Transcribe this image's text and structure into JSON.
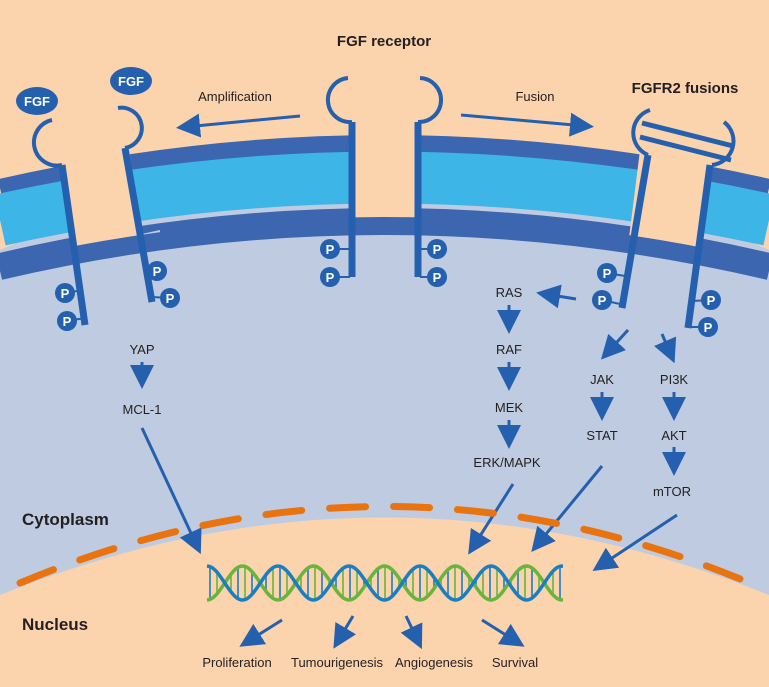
{
  "colors": {
    "extracellular": "#fbd3ad",
    "cytoplasm": "#bfcbe0",
    "membrane_outer": "#3d66b0",
    "membrane_inner": "#3db5e6",
    "receptor": "#2460ae",
    "nuclear_envelope": "#e8730f",
    "dna_blue": "#1a7fc1",
    "dna_green": "#6ab43e",
    "text": "#231f20"
  },
  "labels": {
    "fgf_receptor": "FGF receptor",
    "fgfr2_fusions": "FGFR2 fusions",
    "amplification": "Amplification",
    "fusion": "Fusion",
    "fgf_ligand": "FGF",
    "phospho": "P",
    "cytoplasm": "Cytoplasm",
    "nucleus": "Nucleus"
  },
  "pathways": {
    "yap": [
      "YAP",
      "MCL-1"
    ],
    "mapk": [
      "RAS",
      "RAF",
      "MEK",
      "ERK/MAPK"
    ],
    "jak": [
      "JAK",
      "STAT"
    ],
    "pi3k": [
      "PI3K",
      "AKT",
      "mTOR"
    ]
  },
  "outcomes": [
    "Proliferation",
    "Tumourigenesis",
    "Angiogenesis",
    "Survival"
  ]
}
